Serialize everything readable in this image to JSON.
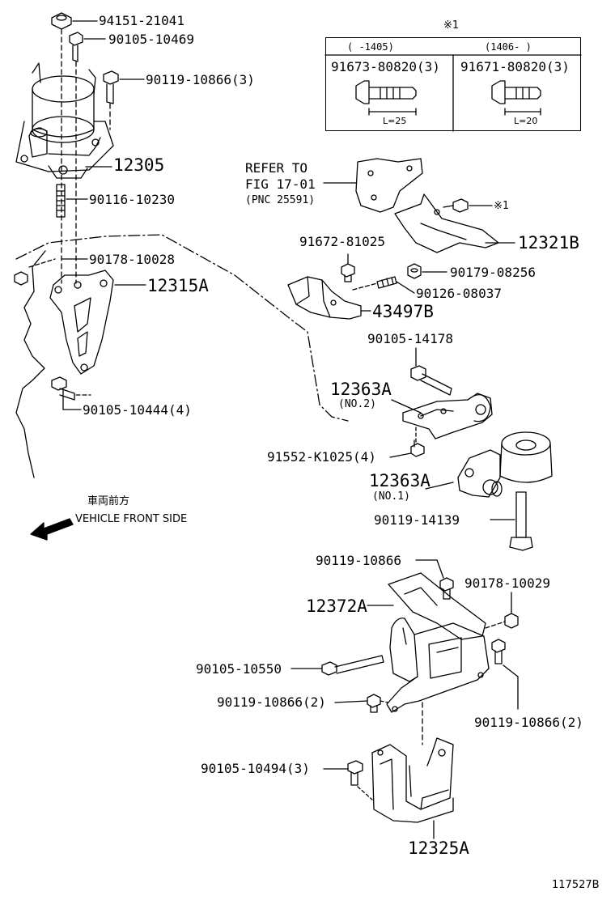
{
  "parts": {
    "p94151": "94151-21041",
    "p90105_10469": "90105-10469",
    "p90119_10866_3": "90119-10866(3)",
    "p12305": "12305",
    "p90116": "90116-10230",
    "p90178_10028": "90178-10028",
    "p12315A": "12315A",
    "p90105_10444": "90105-10444(4)",
    "p91672": "91672-81025",
    "p12321B": "12321B",
    "p90179": "90179-08256",
    "p90126": "90126-08037",
    "p43497B": "43497B",
    "p90105_14178": "90105-14178",
    "p12363A_no2": "12363A",
    "no2": "(NO.2)",
    "p91552": "91552-K1025(4)",
    "p12363A_no1": "12363A",
    "no1": "(NO.1)",
    "p90119_14139": "90119-14139",
    "p90119_10866_a": "90119-10866",
    "p90178_10029": "90178-10029",
    "p12372A": "12372A",
    "p90105_10550": "90105-10550",
    "p90119_10866_2a": "90119-10866(2)",
    "p90119_10866_2b": "90119-10866(2)",
    "p90105_10494": "90105-10494(3)",
    "p12325A": "12325A",
    "mark1": "※1"
  },
  "refer": {
    "line1": "REFER TO",
    "line2": "FIG 17-01",
    "line3": "(PNC 25591)"
  },
  "table": {
    "mark": "※1",
    "left_header": "(    -1405)",
    "right_header": "(1406-    )",
    "left_part": "91673-80820(3)",
    "right_part": "91671-80820(3)",
    "left_length": "L=25",
    "right_length": "L=20"
  },
  "front": {
    "jp": "車両前方",
    "en": "VEHICLE FRONT SIDE"
  },
  "diagram_id": "117527B"
}
